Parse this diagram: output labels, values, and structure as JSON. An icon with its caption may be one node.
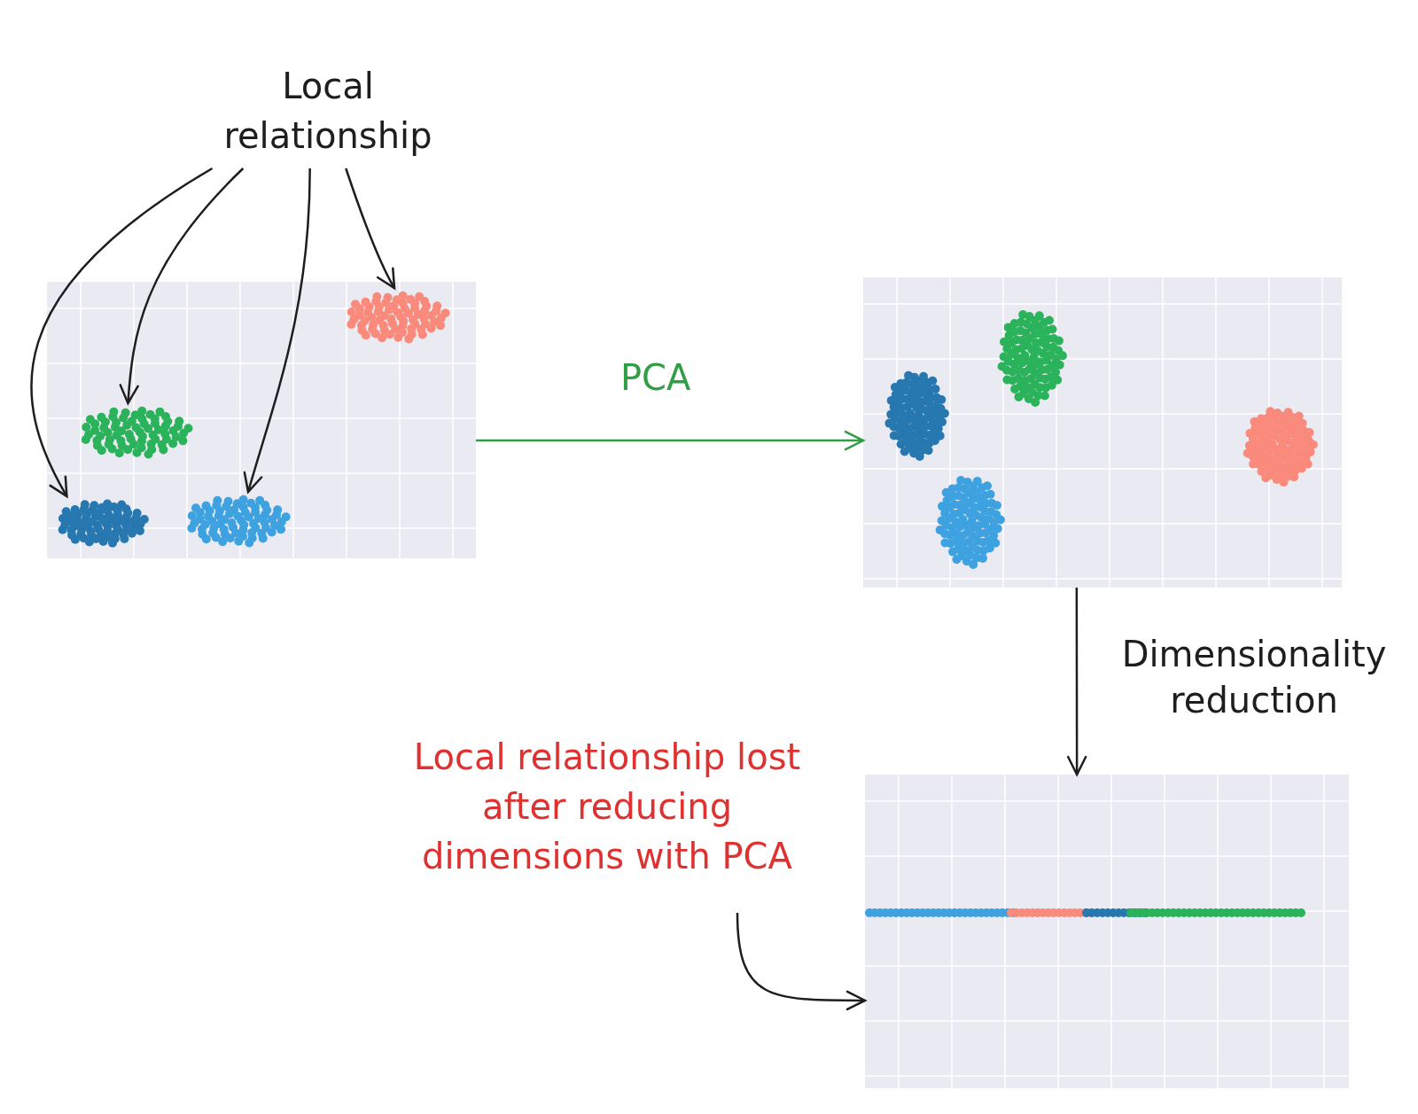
{
  "diagram": {
    "nodes": [
      {
        "text": [
          "Local relationship"
        ]
      },
      {
        "text": [],
        "shape": "picture"
      },
      {
        "text": [],
        "shape": "picture",
        "in": 1
      },
      {
        "text": [],
        "shape": "picture",
        "in": 1
      },
      {
        "text": [],
        "shape": "picture",
        "in": 1
      },
      {
        "text": [],
        "shape": "picture",
        "in": 1
      },
      {
        "text": [],
        "shape": "picture"
      },
      {
        "text": [
          "Local relationship lost after reducing dimensions with PCA"
        ]
      },
      {
        "text": [],
        "shape": "picture"
      }
    ],
    "edges": [
      {
        "from": 0,
        "to": 2,
        "arrow": "to"
      },
      {
        "from": 0,
        "to": 3,
        "arrow": "to"
      },
      {
        "from": 0,
        "to": 4,
        "arrow": "to"
      },
      {
        "from": 0,
        "to": 5,
        "arrow": "to"
      },
      {
        "from": 1,
        "to": 6,
        "arrow": "to",
        "label": "PCA",
        "color": "#2f9e44"
      },
      {
        "from": 6,
        "to": 8,
        "arrow": "to",
        "label": "Dimensionality reduction"
      },
      {
        "from": 7,
        "to": 8,
        "arrow": "to"
      }
    ]
  }
}
